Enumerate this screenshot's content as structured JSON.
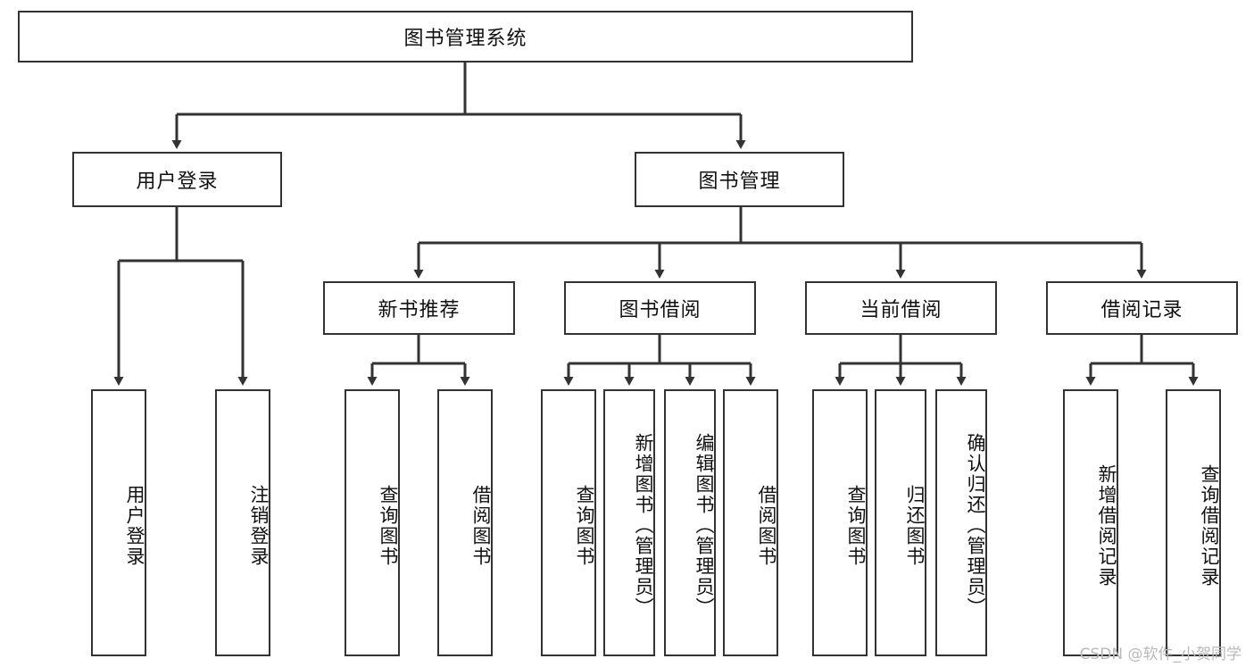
{
  "diagram": {
    "title": "图书管理系统",
    "type": "tree",
    "root": {
      "label": "图书管理系统"
    },
    "level2": [
      {
        "label": "用户登录"
      },
      {
        "label": "图书管理"
      }
    ],
    "level3": [
      {
        "label": "新书推荐"
      },
      {
        "label": "图书借阅"
      },
      {
        "label": "当前借阅"
      },
      {
        "label": "借阅记录"
      }
    ],
    "leaves": {
      "user_login": [
        {
          "label": "用户登录"
        },
        {
          "label": "注销登录"
        }
      ],
      "new_book_recommend": [
        {
          "label": "查询图书"
        },
        {
          "label": "借阅图书"
        }
      ],
      "book_borrow": [
        {
          "label": "查询图书"
        },
        {
          "label": "新增图书（管理员）"
        },
        {
          "label": "编辑图书（管理员）"
        },
        {
          "label": "借阅图书"
        }
      ],
      "current_borrow": [
        {
          "label": "查询图书"
        },
        {
          "label": "归还图书"
        },
        {
          "label": "确认归还（管理员）"
        }
      ],
      "borrow_record": [
        {
          "label": "新增借阅记录"
        },
        {
          "label": "查询借阅记录"
        }
      ]
    }
  },
  "watermark": {
    "text": "CSDN @软件_小贺同学"
  },
  "colors": {
    "stroke": "#333333",
    "fill": "#ffffff",
    "text": "#111111",
    "watermark": "#b9b9b9"
  }
}
